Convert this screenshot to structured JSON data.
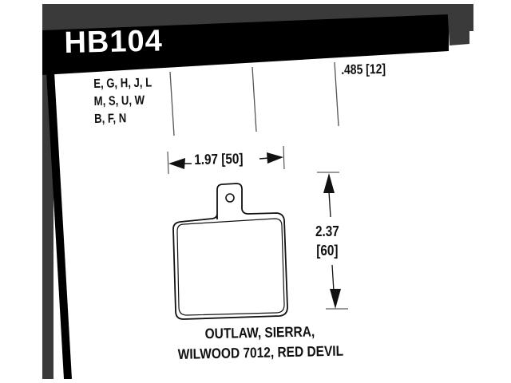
{
  "header": {
    "part_number": "HB104"
  },
  "compounds": {
    "lines": [
      "E, G, H, J, L",
      "M, S, U, W",
      "B, F, N"
    ]
  },
  "dimensions": {
    "thickness": ".485 [12]",
    "width": "1.97 [50]",
    "height_in": "2.37",
    "height_mm": "[60]"
  },
  "applications": {
    "line1": "OUTLAW, SIERRA,",
    "line2": "WILWOOD 7012, RED DEVIL"
  },
  "colors": {
    "frame_gray": "#3a3a3a",
    "frame_black": "#000000",
    "background": "#ffffff",
    "title_text": "#ffffff",
    "ink": "#111111"
  }
}
